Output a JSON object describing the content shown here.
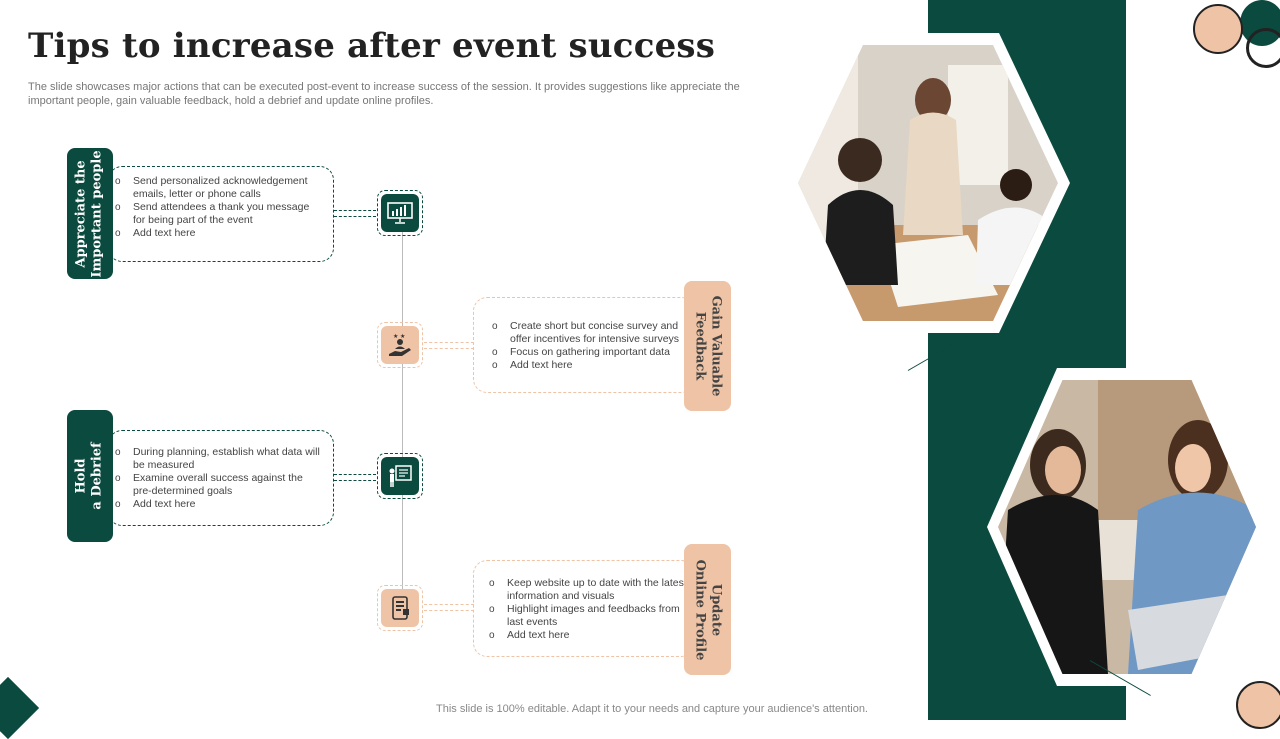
{
  "slide": {
    "title": "Tips to increase after event success",
    "subtitle": "The slide showcases major actions that can be executed post-event to increase success of the session. It provides suggestions like appreciate the important people, gain valuable feedback, hold a debrief and update online profiles.",
    "footer": "This slide is 100% editable. Adapt it to your needs and capture your audience's attention."
  },
  "colors": {
    "green": "#0b4a3f",
    "peach": "#efc3a5"
  },
  "steps": [
    {
      "label_line1": "Appreciate the",
      "label_line2": "Important people",
      "icon": "presentation-chart-icon",
      "bullets": [
        "Send personalized acknowledgement emails, letter or phone calls",
        " Send attendees a thank you message for being part of the event",
        "Add text here"
      ]
    },
    {
      "label_line1": "Gain Valuable",
      "label_line2": "Feedback",
      "icon": "feedback-hand-icon",
      "bullets": [
        "Create short but concise survey and offer incentives for intensive surveys",
        "Focus on gathering important data",
        "Add text here"
      ]
    },
    {
      "label_line1": "Hold",
      "label_line2": "a Debrief",
      "icon": "presenter-board-icon",
      "bullets": [
        "During planning, establish what data will be measured",
        "Examine overall success against the pre-determined goals",
        "Add text here"
      ]
    },
    {
      "label_line1": "Update",
      "label_line2": "Online Profile",
      "icon": "mobile-profile-icon",
      "bullets": [
        "Keep website up to date with the latest information and visuals",
        "Highlight images and feedbacks from last events",
        "Add text here"
      ]
    }
  ],
  "images": {
    "top": "photo-team-working-icon",
    "bottom": "photo-two-women-laptop-icon"
  }
}
